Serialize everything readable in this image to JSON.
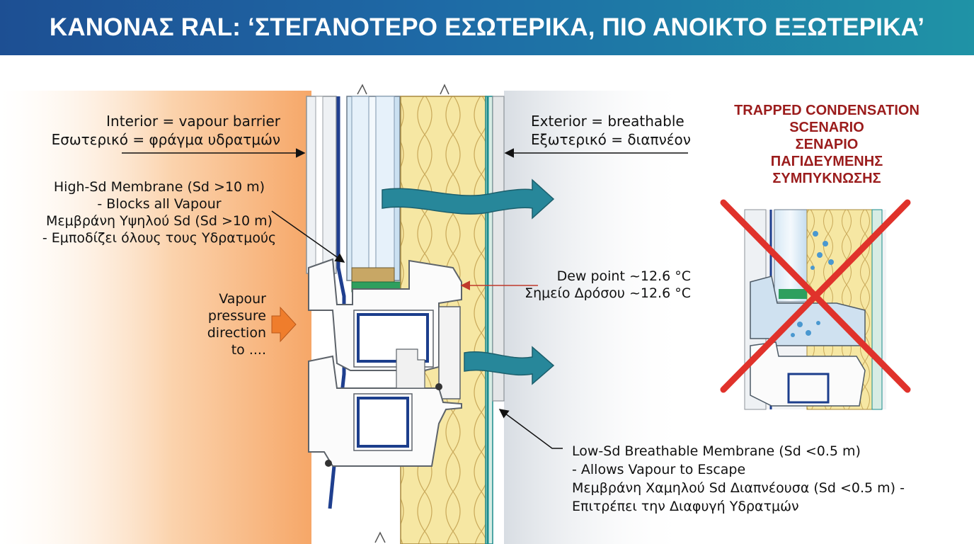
{
  "title": "ΚΑΝΟΝΑΣ RAL: ‘ΣΤΕΓΑΝΟΤΕΡΟ ΕΣΩΤΕΡΙΚΑ, ΠΙΟ ΑΝΟΙΚΤΟ ΕΞΩΤΕΡΙΚΑ’",
  "interior": {
    "line1": "Interior = vapour barrier",
    "line2": "Εσωτερικό = φράγμα υδρατμών"
  },
  "exterior": {
    "line1": "Exterior = breathable",
    "line2": "Εξωτερικό = διαπνέον"
  },
  "high_sd": {
    "line1": "High-Sd Membrane (Sd >10 m)",
    "line2": "- Blocks all Vapour",
    "line3": "Μεμβράνη Υψηλού Sd (Sd >10 m)",
    "line4": "- Εμποδίζει όλους τους Υδρατμούς"
  },
  "vapour": {
    "line1": "Vapour",
    "line2": "pressure",
    "line3": "direction",
    "line4": "to ...."
  },
  "dew": {
    "line1": "Dew point ~12.6 °C",
    "line2": "Σημείο Δρόσου ~12.6 °C"
  },
  "low_sd": {
    "line1": "Low-Sd Breathable Membrane (Sd <0.5 m)",
    "line2": "- Allows Vapour to Escape",
    "line3": "Μεμβράνη Χαμηλού Sd Διαπνέουσα (Sd <0.5 m) -",
    "line4": "Επιτρέπει την Διαφυγή Υδρατμών"
  },
  "scenario": {
    "line1": "TRAPPED CONDENSATION",
    "line2": "SCENARIO",
    "line3": "ΣΕΝΑΡΙΟ",
    "line4": "ΠΑΓΙΔΕΥΜΕΝΗΣ",
    "line5": "ΣΥΜΠΥΚΝΩΣΗΣ"
  },
  "colors": {
    "banner_start": "#1d4f93",
    "banner_end": "#1f93a6",
    "warm_interior": "#f7b37a",
    "insulation": "#f6e7a3",
    "membrane_blue": "#1f3f8f",
    "breathable_teal": "#1a8c8c",
    "arrow_teal": "#27879a",
    "cross_red": "#e0322b",
    "scenario_text": "#9b1c1c"
  }
}
